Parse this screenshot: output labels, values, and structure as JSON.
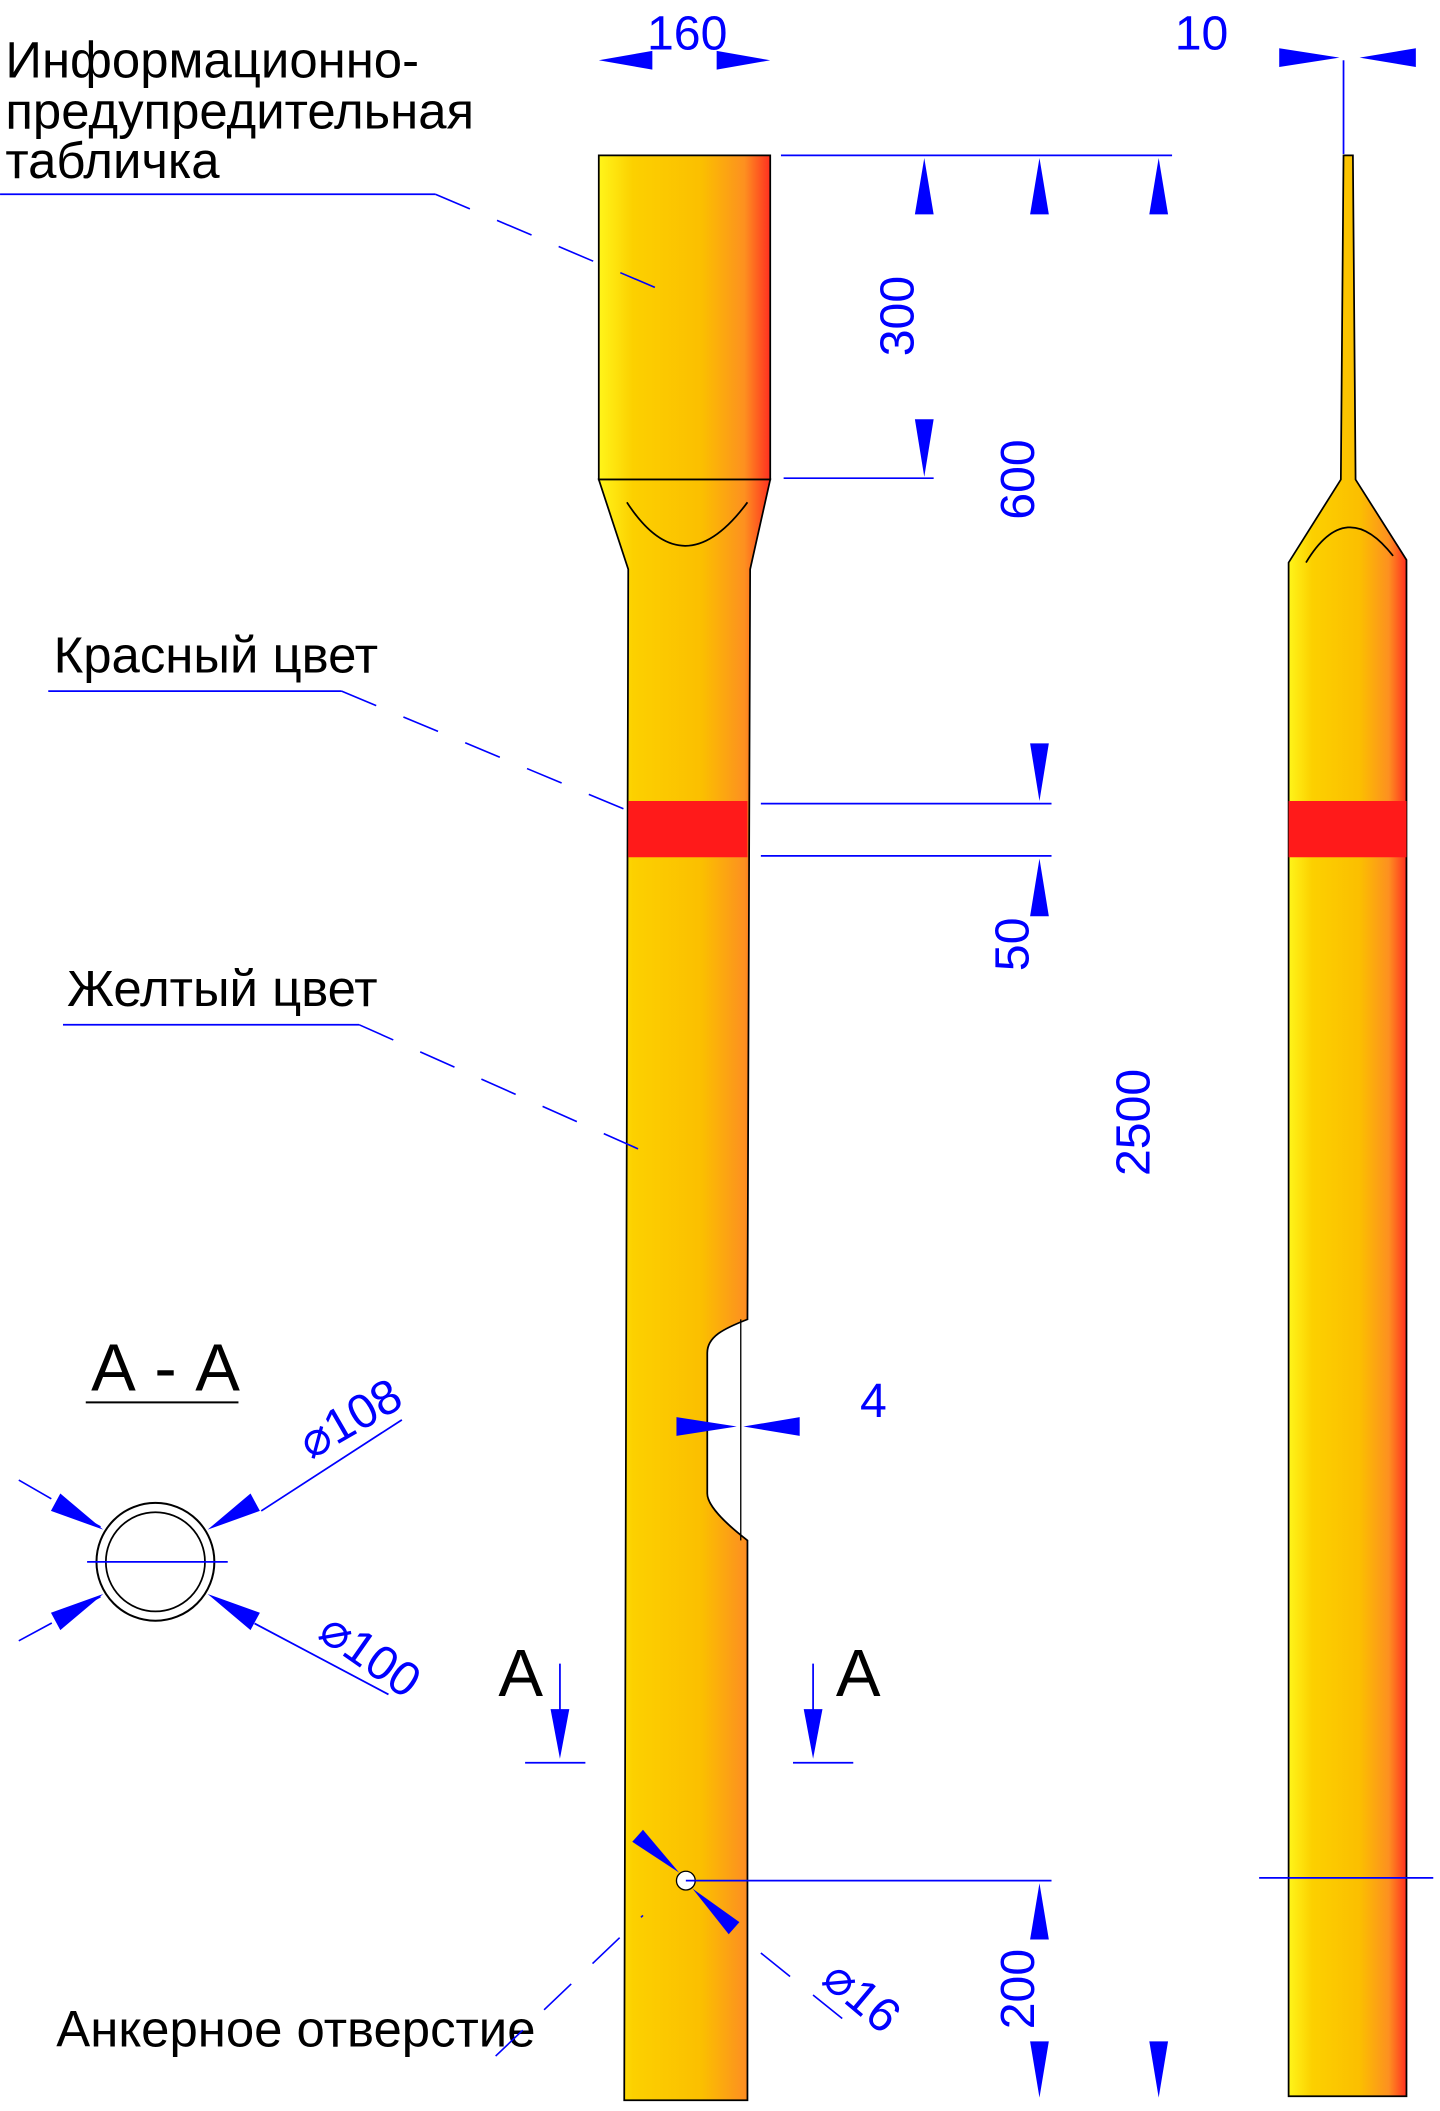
{
  "labels": {
    "sign": [
      "Информационно-",
      "предупредительная",
      "табличка"
    ],
    "red": "Красный цвет",
    "yellow": "Желтый цвет",
    "anchor": "Анкерное отверстие",
    "section": "А - А",
    "cut_left": "А",
    "cut_right": "А"
  },
  "dimensions": {
    "width": "160",
    "thickness": "10",
    "sign_height": "300",
    "head_height": "600",
    "band": "50",
    "total": "2500",
    "wall": "4",
    "outer_d": "⌀108",
    "inner_d": "⌀100",
    "hole_d": "⌀16",
    "bottom": "200"
  },
  "colors": {
    "yellow": "#fcc800",
    "red": "#ff1a1a",
    "dim": "#0000ff"
  }
}
